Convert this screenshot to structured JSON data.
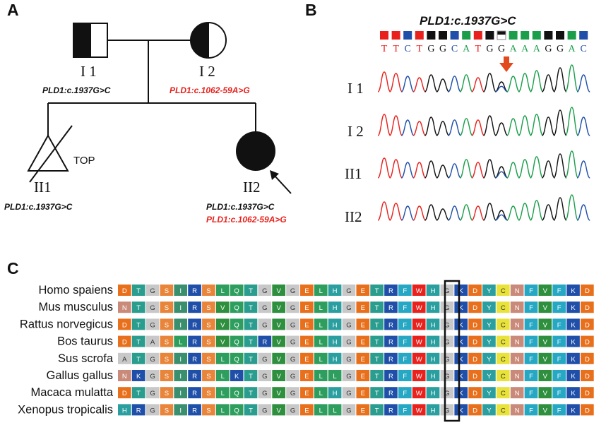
{
  "panels": {
    "a": "A",
    "b": "B",
    "c": "C"
  },
  "pedigree": {
    "labels": {
      "I1": "I 1",
      "I2": "I 2",
      "II1": "II1",
      "II2": "II2"
    },
    "top_label": "TOP",
    "genotypes": {
      "I1": "PLD1:c.1937G>C",
      "I2": "PLD1:c.1062-59A>G",
      "II1": "PLD1:c.1937G>C",
      "II2_line1": "PLD1:c.1937G>C",
      "II2_line2": "PLD1:c.1062-59A>G"
    },
    "colors": {
      "black_text": "#111111",
      "red_text": "#e8211c"
    }
  },
  "sanger": {
    "title": "PLD1:c.1937G>C",
    "sequence": "TTCTGGCATGGAAAGGAC",
    "variant_index": 10,
    "rows": [
      "I 1",
      "I 2",
      "II1",
      "II2"
    ],
    "base_colors": {
      "A": "#1a9e4a",
      "C": "#1f4fa8",
      "G": "#111111",
      "T": "#e8211c"
    },
    "arrow_color": "#e24a1e"
  },
  "alignment": {
    "species": [
      "Homo spaiens",
      "Mus musculus",
      "Rattus norvegicus",
      "Bos taurus",
      "Sus scrofa",
      "Gallus gallus",
      "Macaca mulatta",
      "Xenopus tropicalis"
    ],
    "sequences": [
      "DTGSIRSLQTGVGELHGETRFWHGKDYCNFVFKD",
      "NTGSIRSVQTGVGELHGETRFWHGKDYCNFVFKD",
      "DTGSIRSVQTGVGELHGETRFWHGKDYCNFVFKD",
      "DTASLRSVQTRVGELHGETRFWHGKDYCNFVFKD",
      "ATGSIRSLQTGVGELHGETRFWHGKDYCNFVFKD",
      "NKGSIRSLKTGVGELLGETRFWHGKDYCNFVFKD",
      "DTGSIRSLQTGVGELHGETRFWHGKDYCNFVFKD",
      "HRGSIRSLQTGVGELLGETRFWHGKDYCNFVFKD"
    ],
    "highlight_column": 23,
    "residue_colors": {
      "D": "#e8701c",
      "E": "#e8701c",
      "K": "#1f4fa8",
      "R": "#1f4fa8",
      "H": "#2b9fa0",
      "S": "#e8853a",
      "T": "#2a9d8f",
      "N": "#c98a7a",
      "Q": "#2e9e5e",
      "G": "#c8c8c8",
      "V": "#2e8f3e",
      "L": "#2e9e5e",
      "I": "#3a8f6e",
      "F": "#26a7c4",
      "W": "#e8211c",
      "Y": "#2b9fa0",
      "C": "#e8e23a",
      "A": "#c8c8c8"
    }
  }
}
